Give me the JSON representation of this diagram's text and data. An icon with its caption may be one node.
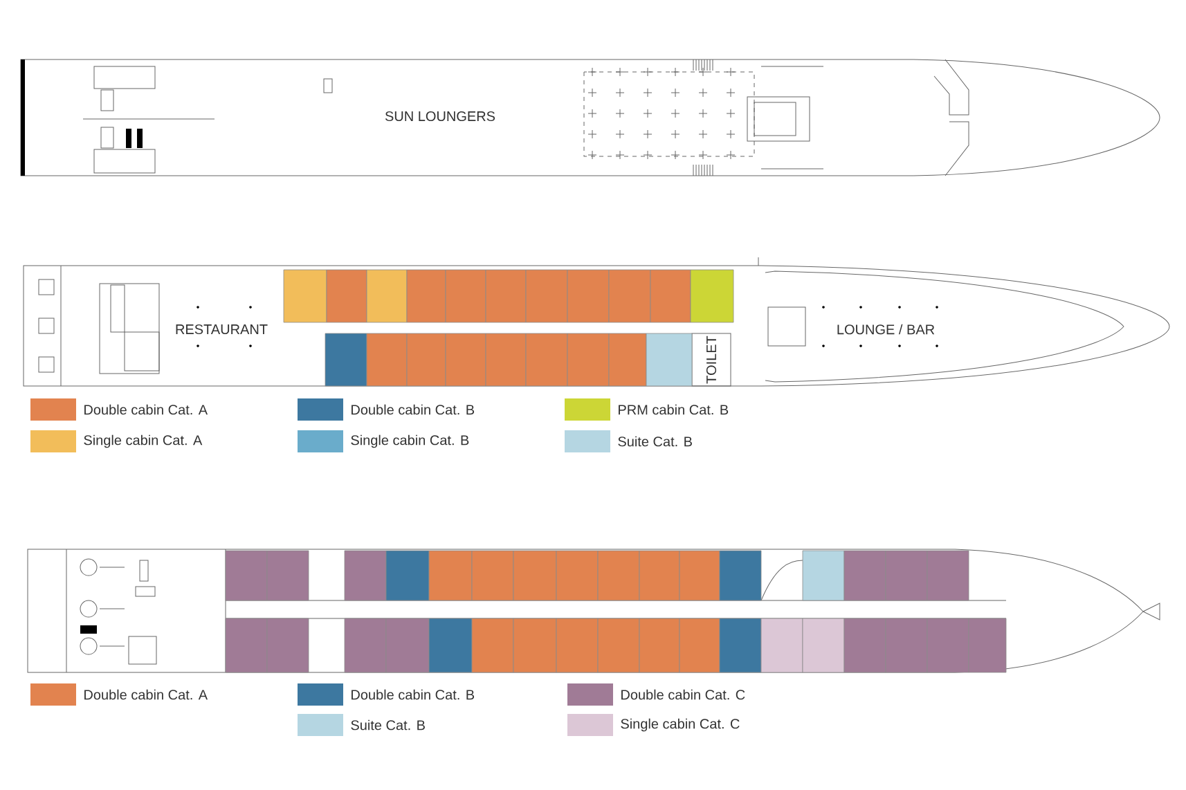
{
  "diagram": {
    "labels": [
      "SUN LOUNGERS",
      "RESTAURANT",
      "TOILET",
      "LOUNGE / BAR"
    ],
    "legend": [
      {
        "text": "Double cabin Cat. A",
        "color": "#e2834f"
      },
      {
        "text": "Double cabin Cat. B",
        "color": "#3d78a0"
      },
      {
        "text": "PRM cabin Cat. B",
        "color": "#ccd636"
      },
      {
        "text": "Single cabin Cat. A",
        "color": "#f2bd5a"
      },
      {
        "text": "Single cabin Cat. B",
        "color": "#6aaccb"
      },
      {
        "text": "Suite Cat. B",
        "color": "#b5d6e2"
      },
      {
        "text": "Double cabin Cat. A",
        "color": "#e2834f"
      },
      {
        "text": "Double cabin Cat. B",
        "color": "#3d78a0"
      },
      {
        "text": "Double cabin Cat. C",
        "color": "#a07b96"
      },
      {
        "text": "Suite Cat. B",
        "color": "#b5d6e2"
      },
      {
        "text": "Single cabin Cat. C",
        "color": "#dcc7d6"
      }
    ]
  }
}
